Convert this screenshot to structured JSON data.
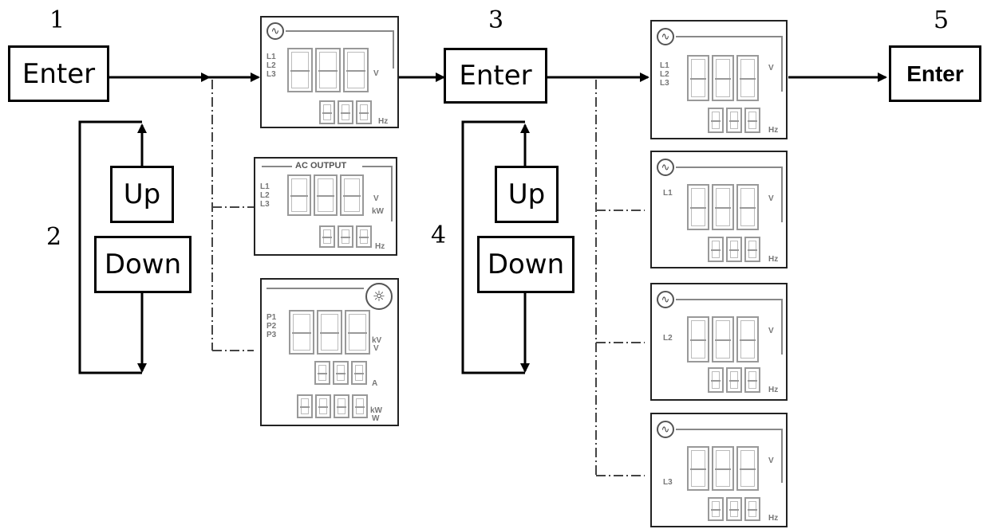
{
  "steps": {
    "s1": "1",
    "s2": "2",
    "s3": "3",
    "s4": "4",
    "s5": "5"
  },
  "buttons": {
    "enter_1": "Enter",
    "up_1": "Up",
    "down_1": "Down",
    "enter_3": "Enter",
    "up_4": "Up",
    "down_4": "Down",
    "enter_5": "Enter"
  },
  "panels": {
    "a1": {
      "lines": "L1\nL2\nL3",
      "unit_v": "V",
      "unit_hz": "Hz"
    },
    "a2": {
      "title": "AC OUTPUT",
      "lines": "L1\nL2\nL3",
      "unit_v": "V",
      "unit_kw": "kW",
      "unit_hz": "Hz"
    },
    "a3": {
      "lines": "P1\nP2\nP3",
      "unit_kv": "kV",
      "unit_v2": "V",
      "unit_a": "A",
      "unit_kw": "kW",
      "unit_w": "W"
    },
    "b1": {
      "lines": "L1\nL2\nL3",
      "unit_v": "V",
      "unit_hz": "Hz"
    },
    "b2": {
      "lines": "L1",
      "unit_v": "V",
      "unit_hz": "Hz"
    },
    "b3": {
      "lines": "L2",
      "unit_v": "V",
      "unit_hz": "Hz"
    },
    "b4": {
      "lines": "L3",
      "unit_v": "V",
      "unit_hz": "Hz"
    }
  }
}
